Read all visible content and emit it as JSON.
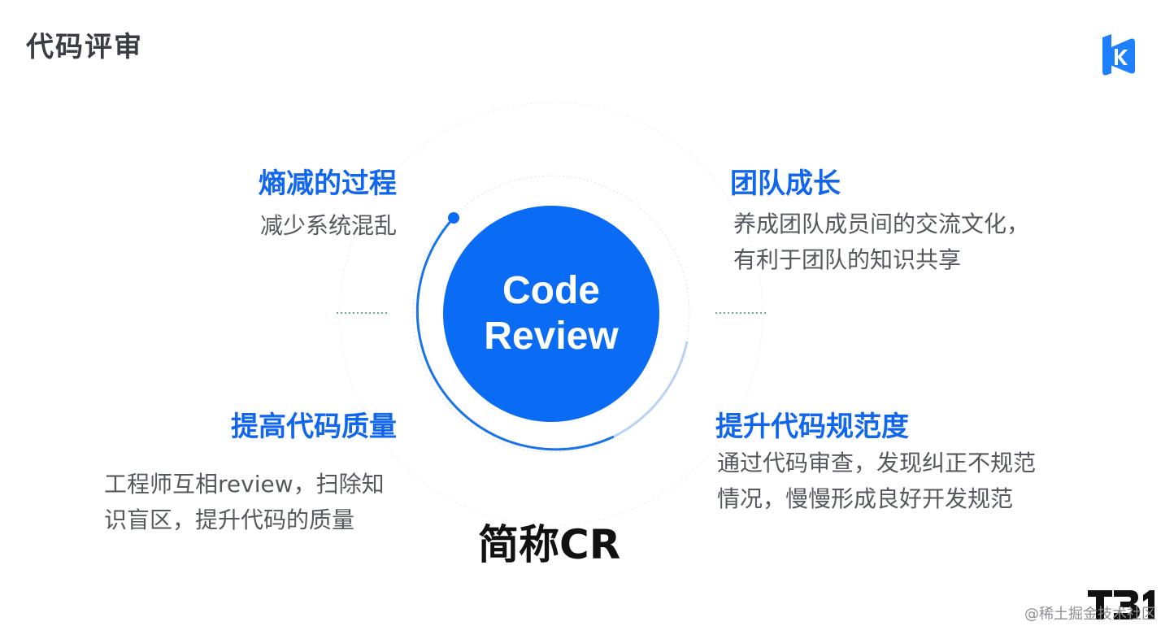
{
  "title": "代码评审",
  "center": {
    "line1": "Code",
    "line2": "Review"
  },
  "sections": {
    "top_left": {
      "heading": "熵减的过程",
      "desc": [
        "减少系统混乱"
      ]
    },
    "top_right": {
      "heading": "团队成长",
      "desc": [
        "养成团队成员间的交流文化，",
        "有利于团队的知识共享"
      ]
    },
    "bottom_left": {
      "heading": "提高代码质量",
      "desc": [
        "工程师互相review，扫除知",
        "识盲区，提升代码的质量"
      ]
    },
    "bottom_right": {
      "heading": "提升代码规范度",
      "desc": [
        "通过代码审查，发现纠正不规范",
        "情况，慢慢形成良好开发规范"
      ]
    }
  },
  "short_name": "简称CR",
  "watermark": "@稀土掘金技术社区",
  "colors": {
    "accent": "#0a6cf5",
    "heading": "#1166ee",
    "text": "#55585e"
  }
}
